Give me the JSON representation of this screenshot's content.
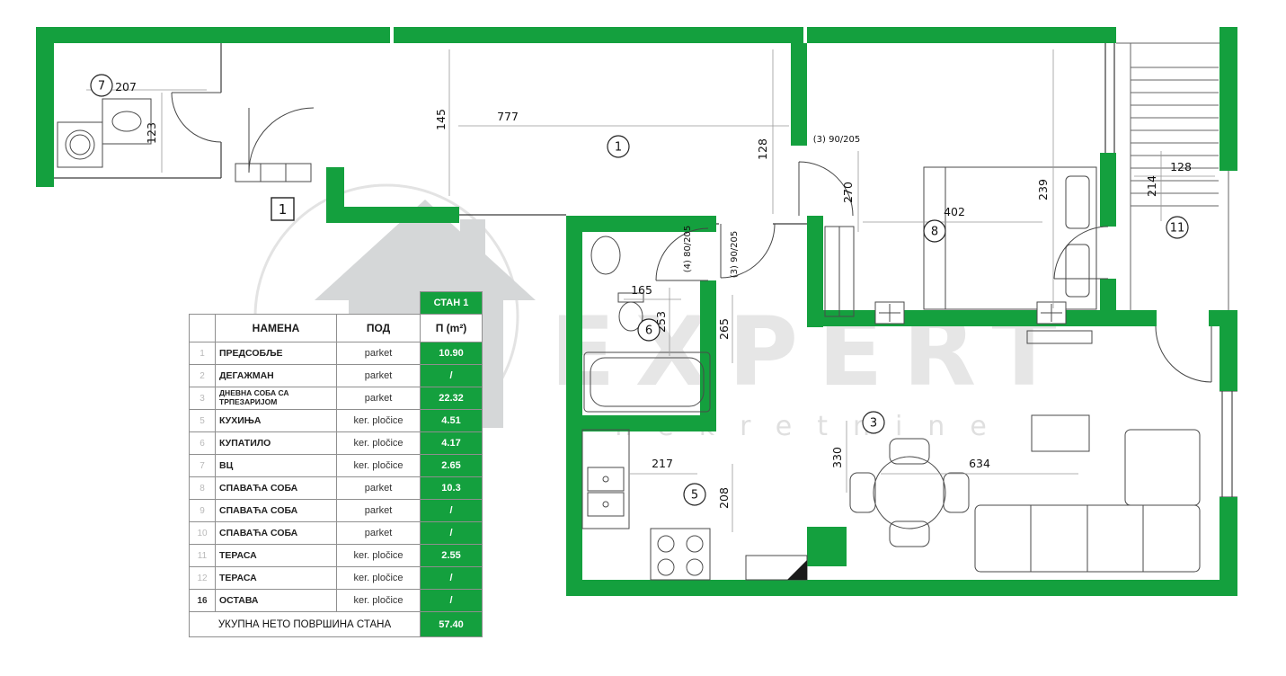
{
  "watermark": {
    "title": "EXPERT",
    "subtitle": "nekretnine"
  },
  "table": {
    "plan_title": "СТАН 1",
    "col_name": "НАМЕНА",
    "col_floor": "ПОД",
    "col_area": "П (m²)",
    "rows": [
      {
        "num": "1",
        "name": "ПРЕДСОБЉЕ",
        "floor": "parket",
        "area": "10.90"
      },
      {
        "num": "2",
        "name": "ДЕГАЖМАН",
        "floor": "parket",
        "area": "/"
      },
      {
        "num": "3",
        "name": "ДНЕВНА СОБА СА ТРПЕЗАРИЈОМ",
        "floor": "parket",
        "area": "22.32"
      },
      {
        "num": "5",
        "name": "КУХИЊА",
        "floor": "ker. pločice",
        "area": "4.51"
      },
      {
        "num": "6",
        "name": "КУПАТИЛО",
        "floor": "ker. pločice",
        "area": "4.17"
      },
      {
        "num": "7",
        "name": "ВЦ",
        "floor": "ker. pločice",
        "area": "2.65"
      },
      {
        "num": "8",
        "name": "СПАВАЋА СОБА",
        "floor": "parket",
        "area": "10.3"
      },
      {
        "num": "9",
        "name": "СПАВАЋА СОБА",
        "floor": "parket",
        "area": "/"
      },
      {
        "num": "10",
        "name": "СПАВАЋА СОБА",
        "floor": "parket",
        "area": "/"
      },
      {
        "num": "11",
        "name": "ТЕРАСА",
        "floor": "ker. pločice",
        "area": "2.55"
      },
      {
        "num": "12",
        "name": "ТЕРАСА",
        "floor": "ker. pločice",
        "area": "/"
      },
      {
        "num": "16",
        "name": "ОСТАВА",
        "floor": "ker. pločice",
        "area": "/"
      }
    ],
    "total_label": "УКУПНА НЕТО ПОВРШИНА СТАНА",
    "total_value": "57.40"
  },
  "plan": {
    "room_labels": {
      "r1": "1",
      "r3": "3",
      "r5": "5",
      "r6": "6",
      "r7": "7",
      "r8": "8",
      "r11": "11",
      "entry": "1"
    },
    "dims": {
      "d207": "207",
      "d123": "123",
      "d145": "145",
      "d777": "777",
      "d128_left": "128",
      "d270": "270",
      "d402": "402",
      "d239": "239",
      "d214": "214",
      "d128_right": "128",
      "d165": "165",
      "d253": "253",
      "d265": "265",
      "d330": "330",
      "d634": "634",
      "d217": "217",
      "d208": "208",
      "door_top": "(3)  90/205",
      "door_bath": "(4)  80/205",
      "door_hall": "(3)  90/205"
    }
  },
  "colors": {
    "wall_green": "#14A03E"
  }
}
